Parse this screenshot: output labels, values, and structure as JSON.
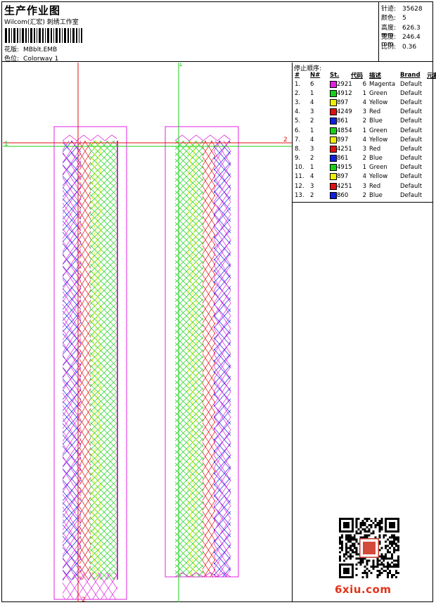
{
  "header": {
    "title": "生产作业图",
    "subtitle": "Wilcom(汇宏) 刺绣工作室",
    "design_label": "花版:",
    "design_name": "MBblt.EMB",
    "colorway_label": "色位:",
    "colorway_name": "Colorway 1"
  },
  "stats": [
    {
      "label": "针迹:",
      "value": "35628"
    },
    {
      "label": "颜色:",
      "value": "5"
    },
    {
      "label": "高度:",
      "value": "626.3 mm"
    },
    {
      "label": "宽度:",
      "value": "246.4 mm"
    },
    {
      "label": "比例:",
      "value": "0.36"
    }
  ],
  "stop_sequence": {
    "title": "停止顺序:",
    "columns": [
      "#",
      "N#",
      "St.",
      "代码",
      "描述",
      "Brand",
      "元素"
    ],
    "rows": [
      {
        "idx": "1.",
        "n": "6",
        "color": "#e020e0",
        "st": "2921",
        "code": "6",
        "desc": "Magenta",
        "brand": "Default"
      },
      {
        "idx": "2.",
        "n": "1",
        "color": "#18d018",
        "st": "4912",
        "code": "1",
        "desc": "Green",
        "brand": "Default"
      },
      {
        "idx": "3.",
        "n": "4",
        "color": "#f0f000",
        "st": "897",
        "code": "4",
        "desc": "Yellow",
        "brand": "Default"
      },
      {
        "idx": "4.",
        "n": "3",
        "color": "#e01010",
        "st": "4249",
        "code": "3",
        "desc": "Red",
        "brand": "Default"
      },
      {
        "idx": "5.",
        "n": "2",
        "color": "#1020e0",
        "st": "861",
        "code": "2",
        "desc": "Blue",
        "brand": "Default"
      },
      {
        "idx": "6.",
        "n": "1",
        "color": "#18d018",
        "st": "4854",
        "code": "1",
        "desc": "Green",
        "brand": "Default"
      },
      {
        "idx": "7.",
        "n": "4",
        "color": "#f0f000",
        "st": "897",
        "code": "4",
        "desc": "Yellow",
        "brand": "Default"
      },
      {
        "idx": "8.",
        "n": "3",
        "color": "#e01010",
        "st": "4251",
        "code": "3",
        "desc": "Red",
        "brand": "Default"
      },
      {
        "idx": "9.",
        "n": "2",
        "color": "#1020e0",
        "st": "861",
        "code": "2",
        "desc": "Blue",
        "brand": "Default"
      },
      {
        "idx": "10.",
        "n": "1",
        "color": "#18d018",
        "st": "4915",
        "code": "1",
        "desc": "Green",
        "brand": "Default"
      },
      {
        "idx": "11.",
        "n": "4",
        "color": "#f0f000",
        "st": "897",
        "code": "4",
        "desc": "Yellow",
        "brand": "Default"
      },
      {
        "idx": "12.",
        "n": "3",
        "color": "#e01010",
        "st": "4251",
        "code": "3",
        "desc": "Red",
        "brand": "Default"
      },
      {
        "idx": "13.",
        "n": "2",
        "color": "#1020e0",
        "st": "860",
        "code": "2",
        "desc": "Blue",
        "brand": "Default"
      }
    ]
  },
  "guides": {
    "v1_label": "1",
    "h1_label": "1",
    "h2_label": "2",
    "v2_label": "2"
  },
  "watermark": {
    "text": "6xiu.com"
  },
  "colors": {
    "magenta": "#e020e0",
    "green": "#18d018",
    "yellow": "#f0f000",
    "red": "#e01010",
    "blue": "#1020e0"
  }
}
